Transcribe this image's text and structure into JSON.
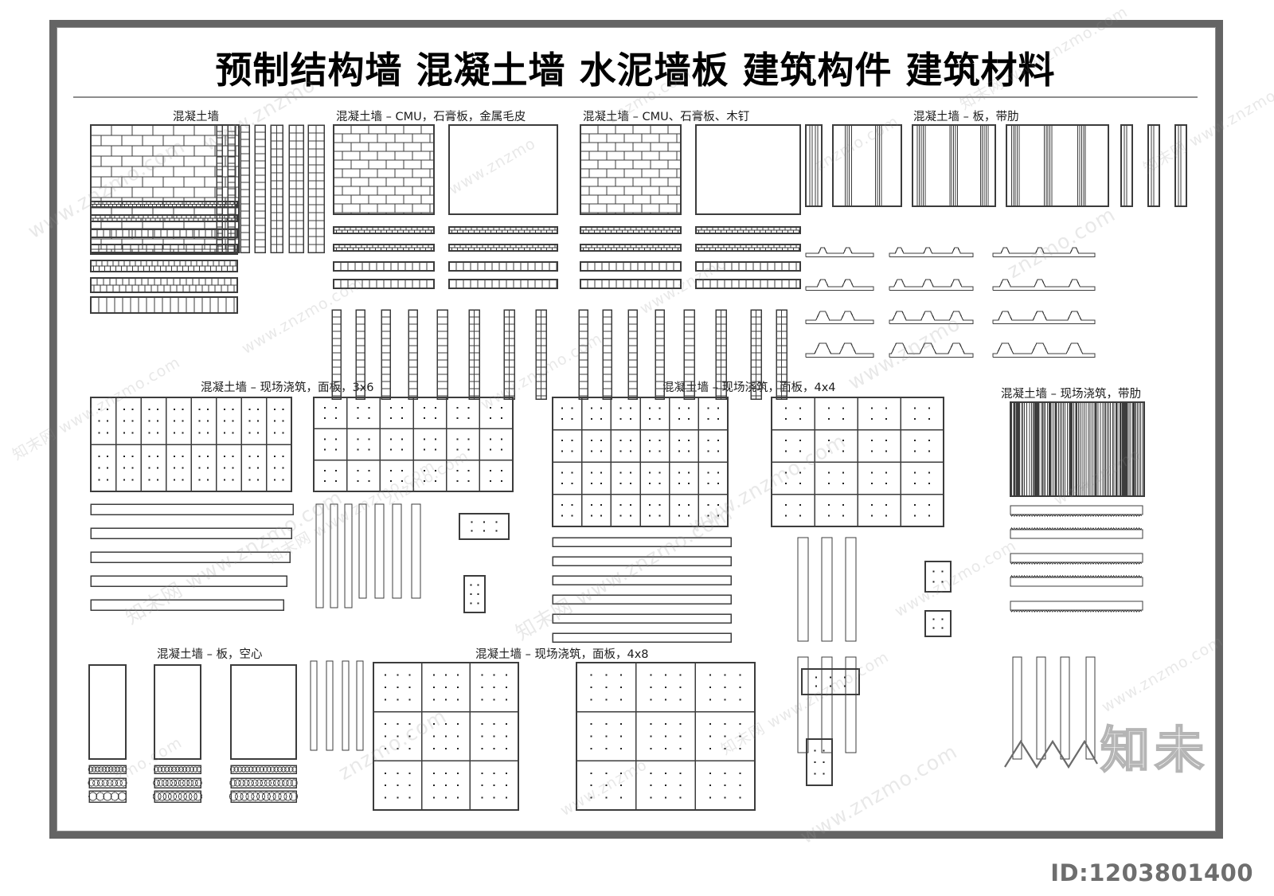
{
  "sheet": {
    "title": "预制结构墙 混凝土墙 水泥墙板 建筑构件 建筑材料",
    "id_label": "ID:1203801400",
    "brand_mark": "知未",
    "frame_color": "#646464",
    "line_color": "#3c3c3c",
    "background": "#ffffff"
  },
  "sections": [
    {
      "key": "concrete_wall",
      "caption": "混凝土墙"
    },
    {
      "key": "cmu_gypsum_metal",
      "caption": "混凝土墙 – CMU，石膏板，金属毛皮"
    },
    {
      "key": "cmu_gypsum_woodnail",
      "caption": "混凝土墙 – CMU、石膏板、木钉"
    },
    {
      "key": "panel_ribbed",
      "caption": "混凝土墙 – 板，带肋"
    },
    {
      "key": "castinplace_3x6",
      "caption": "混凝土墙 – 现场浇筑，面板，3x6"
    },
    {
      "key": "castinplace_4x4",
      "caption": "混凝土墙 – 现场浇筑，面板，4x4"
    },
    {
      "key": "castinplace_ribbed",
      "caption": "混凝土墙 – 现场浇筑，带肋"
    },
    {
      "key": "panel_hollow",
      "caption": "混凝土墙 – 板，空心"
    },
    {
      "key": "castinplace_4x8",
      "caption": "混凝土墙 – 现场浇筑，面板，4x8"
    }
  ],
  "watermarks": [
    "www.znzmo.com",
    "知末网 www.znzmo.com",
    "znzmo.com",
    "www.znzmo"
  ]
}
